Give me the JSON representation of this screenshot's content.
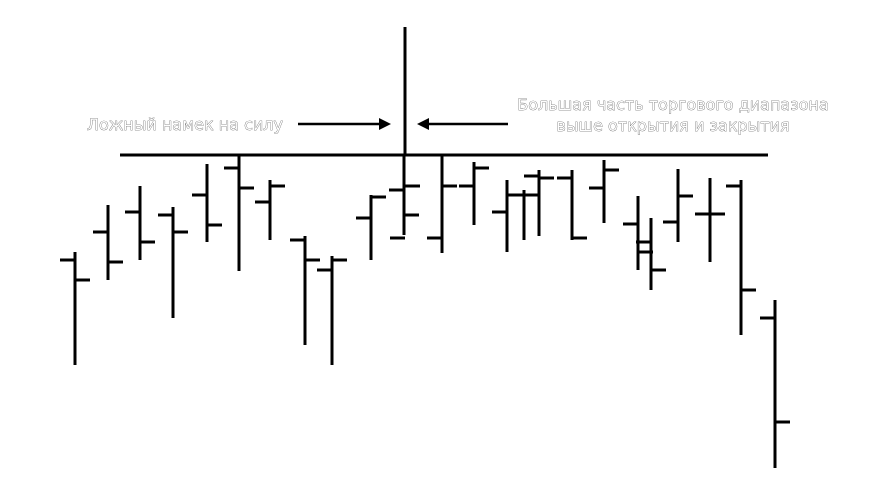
{
  "chart_data": {
    "type": "ohlc",
    "title": "",
    "xlabel": "",
    "ylabel": "",
    "bar_color": "#000000",
    "resistance_level": 155,
    "bars": [
      {
        "open": 260,
        "high": 252,
        "low": 365,
        "close": 280
      },
      {
        "open": 232,
        "high": 205,
        "low": 280,
        "close": 262
      },
      {
        "open": 212,
        "high": 186,
        "low": 260,
        "close": 242
      },
      {
        "open": 215,
        "high": 207,
        "low": 318,
        "close": 232
      },
      {
        "open": 195,
        "high": 164,
        "low": 242,
        "close": 225
      },
      {
        "open": 168,
        "high": 156,
        "low": 271,
        "close": 188
      },
      {
        "open": 202,
        "high": 180,
        "low": 240,
        "close": 186
      },
      {
        "open": 240,
        "high": 236,
        "low": 345,
        "close": 260
      },
      {
        "open": 270,
        "high": 256,
        "low": 365,
        "close": 260
      },
      {
        "open": 218,
        "high": 195,
        "low": 260,
        "close": 197
      },
      {
        "open": 190,
        "high": 156,
        "low": 235,
        "close": 215
      },
      {
        "open": 238,
        "high": 154,
        "low": 253,
        "close": 186
      },
      {
        "open": 186,
        "high": 162,
        "low": 225,
        "close": 168
      },
      {
        "open": 212,
        "high": 180,
        "low": 252,
        "close": 195
      },
      {
        "open": 195,
        "high": 190,
        "low": 240,
        "close": 195
      },
      {
        "open": 176,
        "high": 170,
        "low": 236,
        "close": 178
      },
      {
        "open": 178,
        "high": 170,
        "low": 240,
        "close": 238
      },
      {
        "open": 188,
        "high": 160,
        "low": 223,
        "close": 170
      },
      {
        "open": 224,
        "high": 196,
        "low": 270,
        "close": 252
      },
      {
        "open": 242,
        "high": 218,
        "low": 290,
        "close": 270
      },
      {
        "open": 222,
        "high": 169,
        "low": 242,
        "close": 196
      },
      {
        "open": 214,
        "high": 178,
        "low": 262,
        "close": 214
      },
      {
        "open": 186,
        "high": 180,
        "low": 335,
        "close": 290
      },
      {
        "open": 318,
        "high": 300,
        "low": 468,
        "close": 422
      }
    ],
    "annotations": [
      {
        "lines": [
          "Ложный намек на силу"
        ],
        "arrow": "right"
      },
      {
        "lines": [
          "Большая часть торгового диапазона",
          "выше открытия и закрытия"
        ],
        "arrow": "left"
      }
    ]
  }
}
